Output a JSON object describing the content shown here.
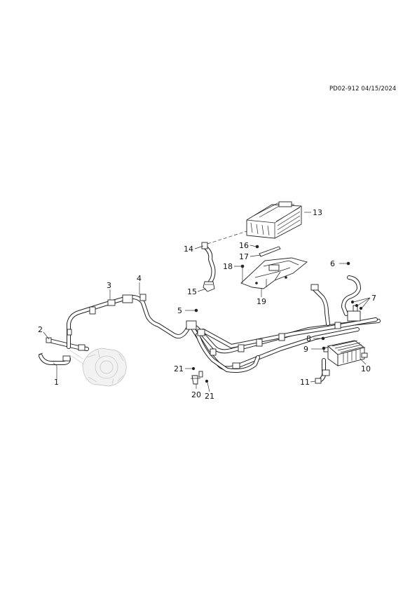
{
  "header": {
    "code": "PD02-912 04/15/2024"
  },
  "callouts": {
    "c1": "1",
    "c2": "2",
    "c3": "3",
    "c4": "4",
    "c5": "5",
    "c6": "6",
    "c7": "7",
    "c8": "8",
    "c9": "9",
    "c10": "10",
    "c11": "11",
    "c13": "13",
    "c14": "14",
    "c15": "15",
    "c16": "16",
    "c17": "17",
    "c18": "18",
    "c19": "19",
    "c20": "20",
    "c21a": "21",
    "c21b": "21"
  }
}
